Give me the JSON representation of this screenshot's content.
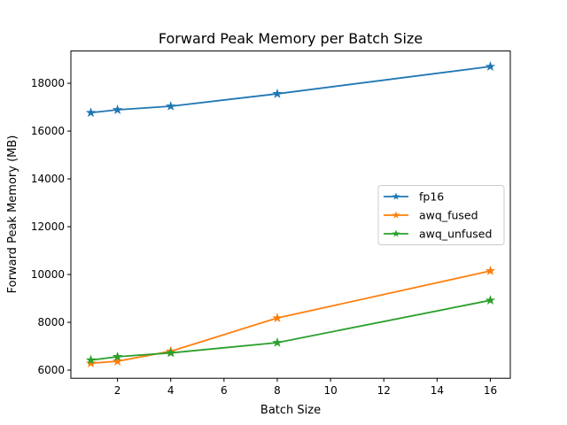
{
  "chart_data": {
    "type": "line",
    "title": "Forward Peak Memory per Batch Size",
    "xlabel": "Batch Size",
    "ylabel": "Forward Peak Memory (MB)",
    "x": [
      1,
      2,
      4,
      8,
      16
    ],
    "xlim": [
      0.25,
      16.75
    ],
    "ylim": [
      5660,
      19350
    ],
    "xticks": [
      2,
      4,
      6,
      8,
      10,
      12,
      14,
      16
    ],
    "yticks": [
      6000,
      8000,
      10000,
      12000,
      14000,
      16000,
      18000
    ],
    "grid": false,
    "marker": "star",
    "legend_position": "center-right",
    "series": [
      {
        "name": "fp16",
        "color": "#1f77b4",
        "values": [
          16770,
          16890,
          17040,
          17560,
          18700
        ]
      },
      {
        "name": "awq_fused",
        "color": "#ff7f0e",
        "values": [
          6290,
          6370,
          6790,
          8180,
          10150
        ]
      },
      {
        "name": "awq_unfused",
        "color": "#2ca02c",
        "values": [
          6420,
          6560,
          6720,
          7150,
          8920
        ]
      }
    ]
  }
}
